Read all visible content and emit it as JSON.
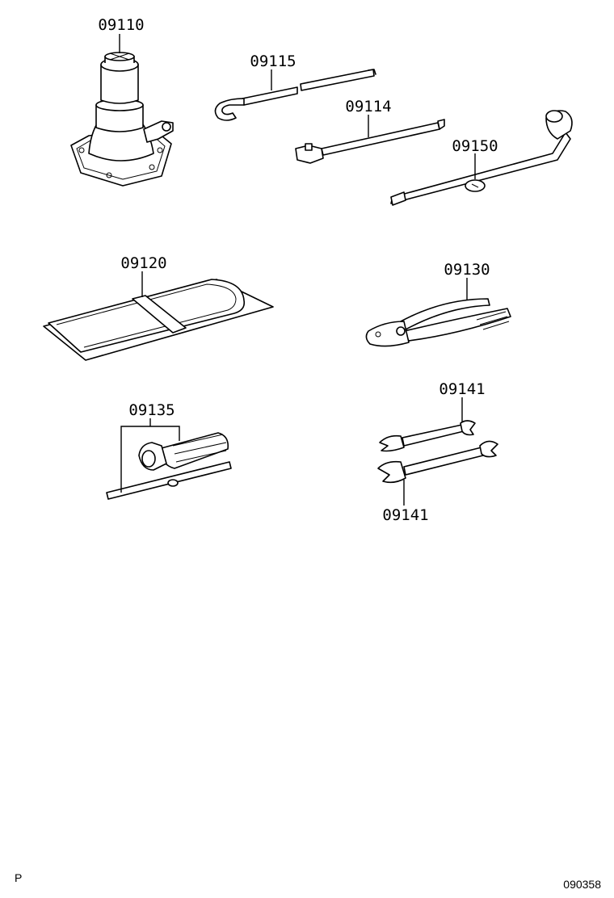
{
  "parts": {
    "jack": "09110",
    "jack_handle": "09115",
    "handle_extension": "09114",
    "wheel_nut_wrench": "09150",
    "tool_bag": "09120",
    "pliers": "09130",
    "screwdriver": "09135",
    "wrench_upper": "09141",
    "wrench_lower": "09141"
  },
  "footer": {
    "left_mark": "P",
    "illustration_number": "090358"
  }
}
